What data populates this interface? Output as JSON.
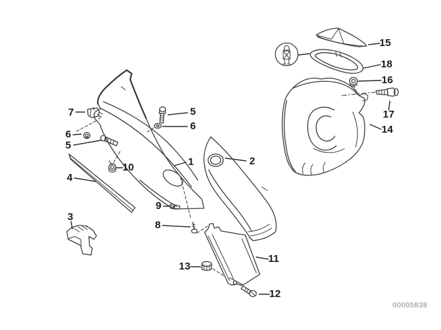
{
  "diagram": {
    "kind": "exploded-parts-diagram",
    "background": "#ffffff",
    "line_color": "#3f3f3f",
    "label_color": "#1c1c1c",
    "doc_number_color": "#8a8a8a"
  },
  "labels": {
    "part1": "1",
    "part2": "2",
    "part3": "3",
    "part4": "4",
    "part5_left": "5",
    "part5_right": "5",
    "part6_left": "6",
    "part6_right": "6",
    "part7": "7",
    "part8": "8",
    "part9": "9",
    "part10": "10",
    "part11": "11",
    "part12": "12",
    "part13": "13",
    "part14": "14",
    "part15": "15",
    "part16": "16",
    "part17": "17",
    "part18": "18"
  },
  "footer": {
    "drawing_number": "00005838"
  }
}
